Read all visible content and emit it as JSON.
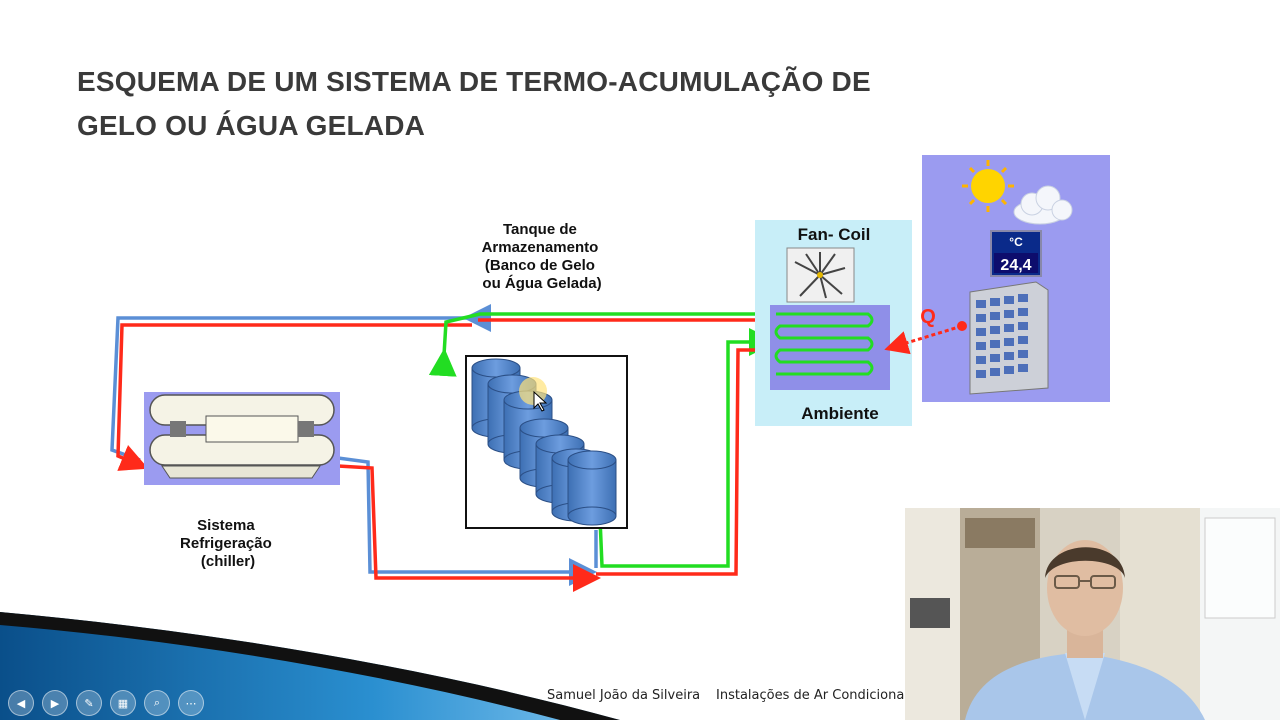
{
  "slide": {
    "title_line1": "ESQUEMA DE UM SISTEMA DE TERMO-ACUMULAÇÃO DE",
    "title_line2": "GELO OU ÁGUA GELADA"
  },
  "diagram": {
    "tank_label": [
      "Tanque de",
      "Armazenamento",
      "(Banco de Gelo",
      "ou Água Gelada)"
    ],
    "chiller_label": [
      "Sistema",
      "Refrigeração",
      "(chiller)"
    ],
    "fancoil_label": "Fan- Coil",
    "ambiente_label": "Ambiente",
    "heat_label": "Q",
    "thermometer_unit": "°C",
    "thermometer_value": "24,4",
    "colors": {
      "supply": "#ff2a1a",
      "return": "#5b8fd6",
      "glycol": "#22dd22"
    }
  },
  "footer": {
    "author": "Samuel João da Silveira",
    "course": "Instalações de Ar Condicionad"
  },
  "nav": {
    "buttons": [
      "prev-icon",
      "next-icon",
      "pen-icon",
      "slides-icon",
      "zoom-icon",
      "more-icon"
    ],
    "glyphs": [
      "◀",
      "▶",
      "✎",
      "▦",
      "⌕",
      "⋯"
    ]
  }
}
